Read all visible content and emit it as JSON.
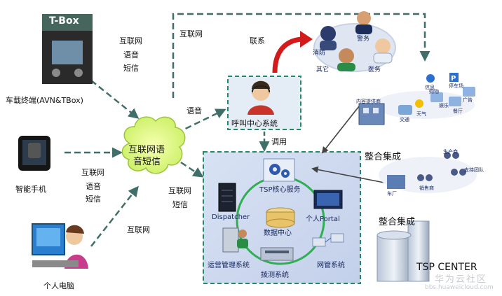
{
  "nodes": {
    "tbox_header": "T-Box",
    "vehicle_terminal": "车载终端(AVN&TBox)",
    "smartphone": "智能手机",
    "personal_computer": "个人电脑",
    "cloud_line1": "互联网语",
    "cloud_line2": "音短信",
    "call_center": "呼叫中心系统",
    "tsp_core": "TSP核心服务",
    "dispatcher": "Dispatcher",
    "data_center": "数据中心",
    "personal_portal": "个人Portal",
    "ops_mgmt": "运营管理系统",
    "test_system": "拨测系统",
    "network_mgmt": "网管系统",
    "tsp_center": "TSP CENTER"
  },
  "edge_labels": {
    "internet_top": "互联网",
    "tbox_to_cloud": [
      "互联网",
      "语音",
      "短信"
    ],
    "phone_to_cloud": [
      "互联网",
      "语音",
      "短信"
    ],
    "pc_to_cloud": "互联网",
    "cloud_to_call": "语音",
    "cloud_to_tsp": [
      "互联网",
      "短信"
    ],
    "contact": "联系",
    "invoke": "调用",
    "integrate1": "整合集成",
    "integrate2": "整合集成"
  },
  "emergency": {
    "police": "警务",
    "fire": "消防",
    "medical": "医务",
    "other": "其它"
  },
  "services_small": {
    "content_provider": "内容提供商",
    "traffic": "交通",
    "weather": "天气",
    "shopping": "购物",
    "restaurant": "餐厅",
    "info": "信息",
    "parking": "停车场",
    "entertainment": "娱乐",
    "ads": "广告"
  },
  "partners_small": {
    "manufacturer": "生产商",
    "support": "支持团队",
    "factory": "车厂",
    "sales": "销售商"
  },
  "watermark": {
    "line1": "华为云社区",
    "line2": "bbs.huaweicloud.com"
  }
}
